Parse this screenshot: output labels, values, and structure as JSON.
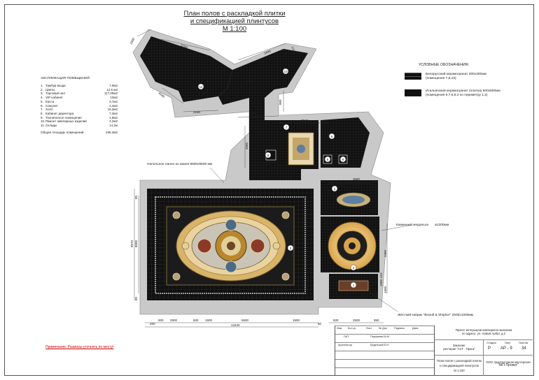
{
  "title": {
    "line1": "План полов с раскладкой плитки",
    "line2": "и спецификацией плинтусов",
    "line3": "М 1:100"
  },
  "explication": {
    "heading": "ЭКСПЛИКАЦИЯ ПОМЕЩЕНИЙ",
    "rooms": [
      {
        "n": "1.",
        "name": "Тамбур входа",
        "area": "7,9м2"
      },
      {
        "n": "2.",
        "name": "Цветы",
        "area": "12,6 м2"
      },
      {
        "n": "3.",
        "name": "Торговый зал",
        "area": "117,05м2"
      },
      {
        "n": "4.",
        "name": "VIP кабинет",
        "area": "10м2"
      },
      {
        "n": "5.",
        "name": "Касса",
        "area": "2,7м2"
      },
      {
        "n": "6.",
        "name": "Санузел",
        "area": "2,4м2"
      },
      {
        "n": "7.",
        "name": "Холл",
        "area": "15,3м2"
      },
      {
        "n": "8.",
        "name": "Кабинет директора",
        "area": "7,3м2"
      },
      {
        "n": "9.",
        "name": "Техническое помещение",
        "area": "1,8м2"
      },
      {
        "n": "10.",
        "name": "Ремонт ювелирных изделий",
        "area": "4,2м2"
      },
      {
        "n": "11.",
        "name": "Склады",
        "area": "14,2м"
      }
    ],
    "total_label": "Общая площадь помещений",
    "total_value": "195,4м2"
  },
  "legend": {
    "heading": "УСЛОВНЫЕ ОБОЗНАЧЕНИЯ:",
    "items": [
      {
        "line1": "Белорусский керамогранит 300х300мм",
        "line2": "(помещения 7,9,10)"
      },
      {
        "line1": "Итальянский керамогранит (плитка) 500х500мм",
        "line2": "(помещения 5,7,6,8,3 по периметру 1,2)"
      }
    ]
  },
  "annotations": {
    "panel": "Напольное панно из камня 8500х5500 мм",
    "medallion": "Каменный медальон",
    "medallion_size": "⌀1300мм",
    "rug": "Жёсткий коврик \"Brandl & Shipher\" 2500х1000мм"
  },
  "dimensions": {
    "d1600": "1600",
    "d5760": "5760",
    "d3440": "3440",
    "d1230": "1230",
    "d4440": "4440",
    "d2010": "2010",
    "d2180": "2180",
    "d5170": "5170",
    "d860": "860",
    "d7540": "7540",
    "d3580": "3580",
    "d3680": "3680",
    "d3460": "3460",
    "d1000": "1000",
    "d410": "410",
    "d1999": "1999",
    "d580": "580",
    "d8670": "8670",
    "d8000": "8000",
    "d85a": "85",
    "d85b": "85",
    "b250": "250",
    "b500a": "500",
    "b2500a": "2500",
    "b500b": "500",
    "b1500a": "1500",
    "b6500": "6500",
    "b1500b": "1500",
    "b90": "90",
    "b13340": "13340",
    "b500c": "500",
    "b2500b": "2500",
    "b950": "950"
  },
  "room_numbers": [
    "1",
    "2",
    "3",
    "4",
    "5",
    "6",
    "7",
    "8",
    "9",
    "10",
    "11"
  ],
  "note": "Примечание: Размеры уточнять по месту!",
  "stamp": {
    "header": [
      "Изм.",
      "Кол.уч.",
      "Лист",
      "№ Док.",
      "Подпись",
      "Дата"
    ],
    "rows": [
      {
        "role": "ГАП",
        "name": "Паршиева М.М."
      },
      {
        "role": "Архитектор",
        "name": "Беденский Е.Н."
      }
    ],
    "project_line1": "Проект интерьеров ювелирного магазина",
    "project_line2": "по адресу: ул. Новый Арбат, д.2",
    "customer_line1": "Заказчик:",
    "customer_line2": "ресторан \"АСТ - Прага\"",
    "stage_label": "Стадия",
    "stage_value": "Р",
    "sheet_label": "Лист",
    "sheet_value": "АР - 9",
    "sheets_label": "Листов",
    "sheets_value": "34",
    "drawing_line1": "План полов с раскладкой плитки",
    "drawing_line2": "и спецификацией плинтусов",
    "drawing_line3": "М 1:100",
    "firm_line1": "ООО Архитектурная мастерская",
    "firm_line2": "\"МП-Проект\""
  },
  "colors": {
    "tile_black": "#111111",
    "wall_grey": "#c9c9c9",
    "panel_gold": "#d8b46a",
    "accent_red": "#cc0000"
  }
}
